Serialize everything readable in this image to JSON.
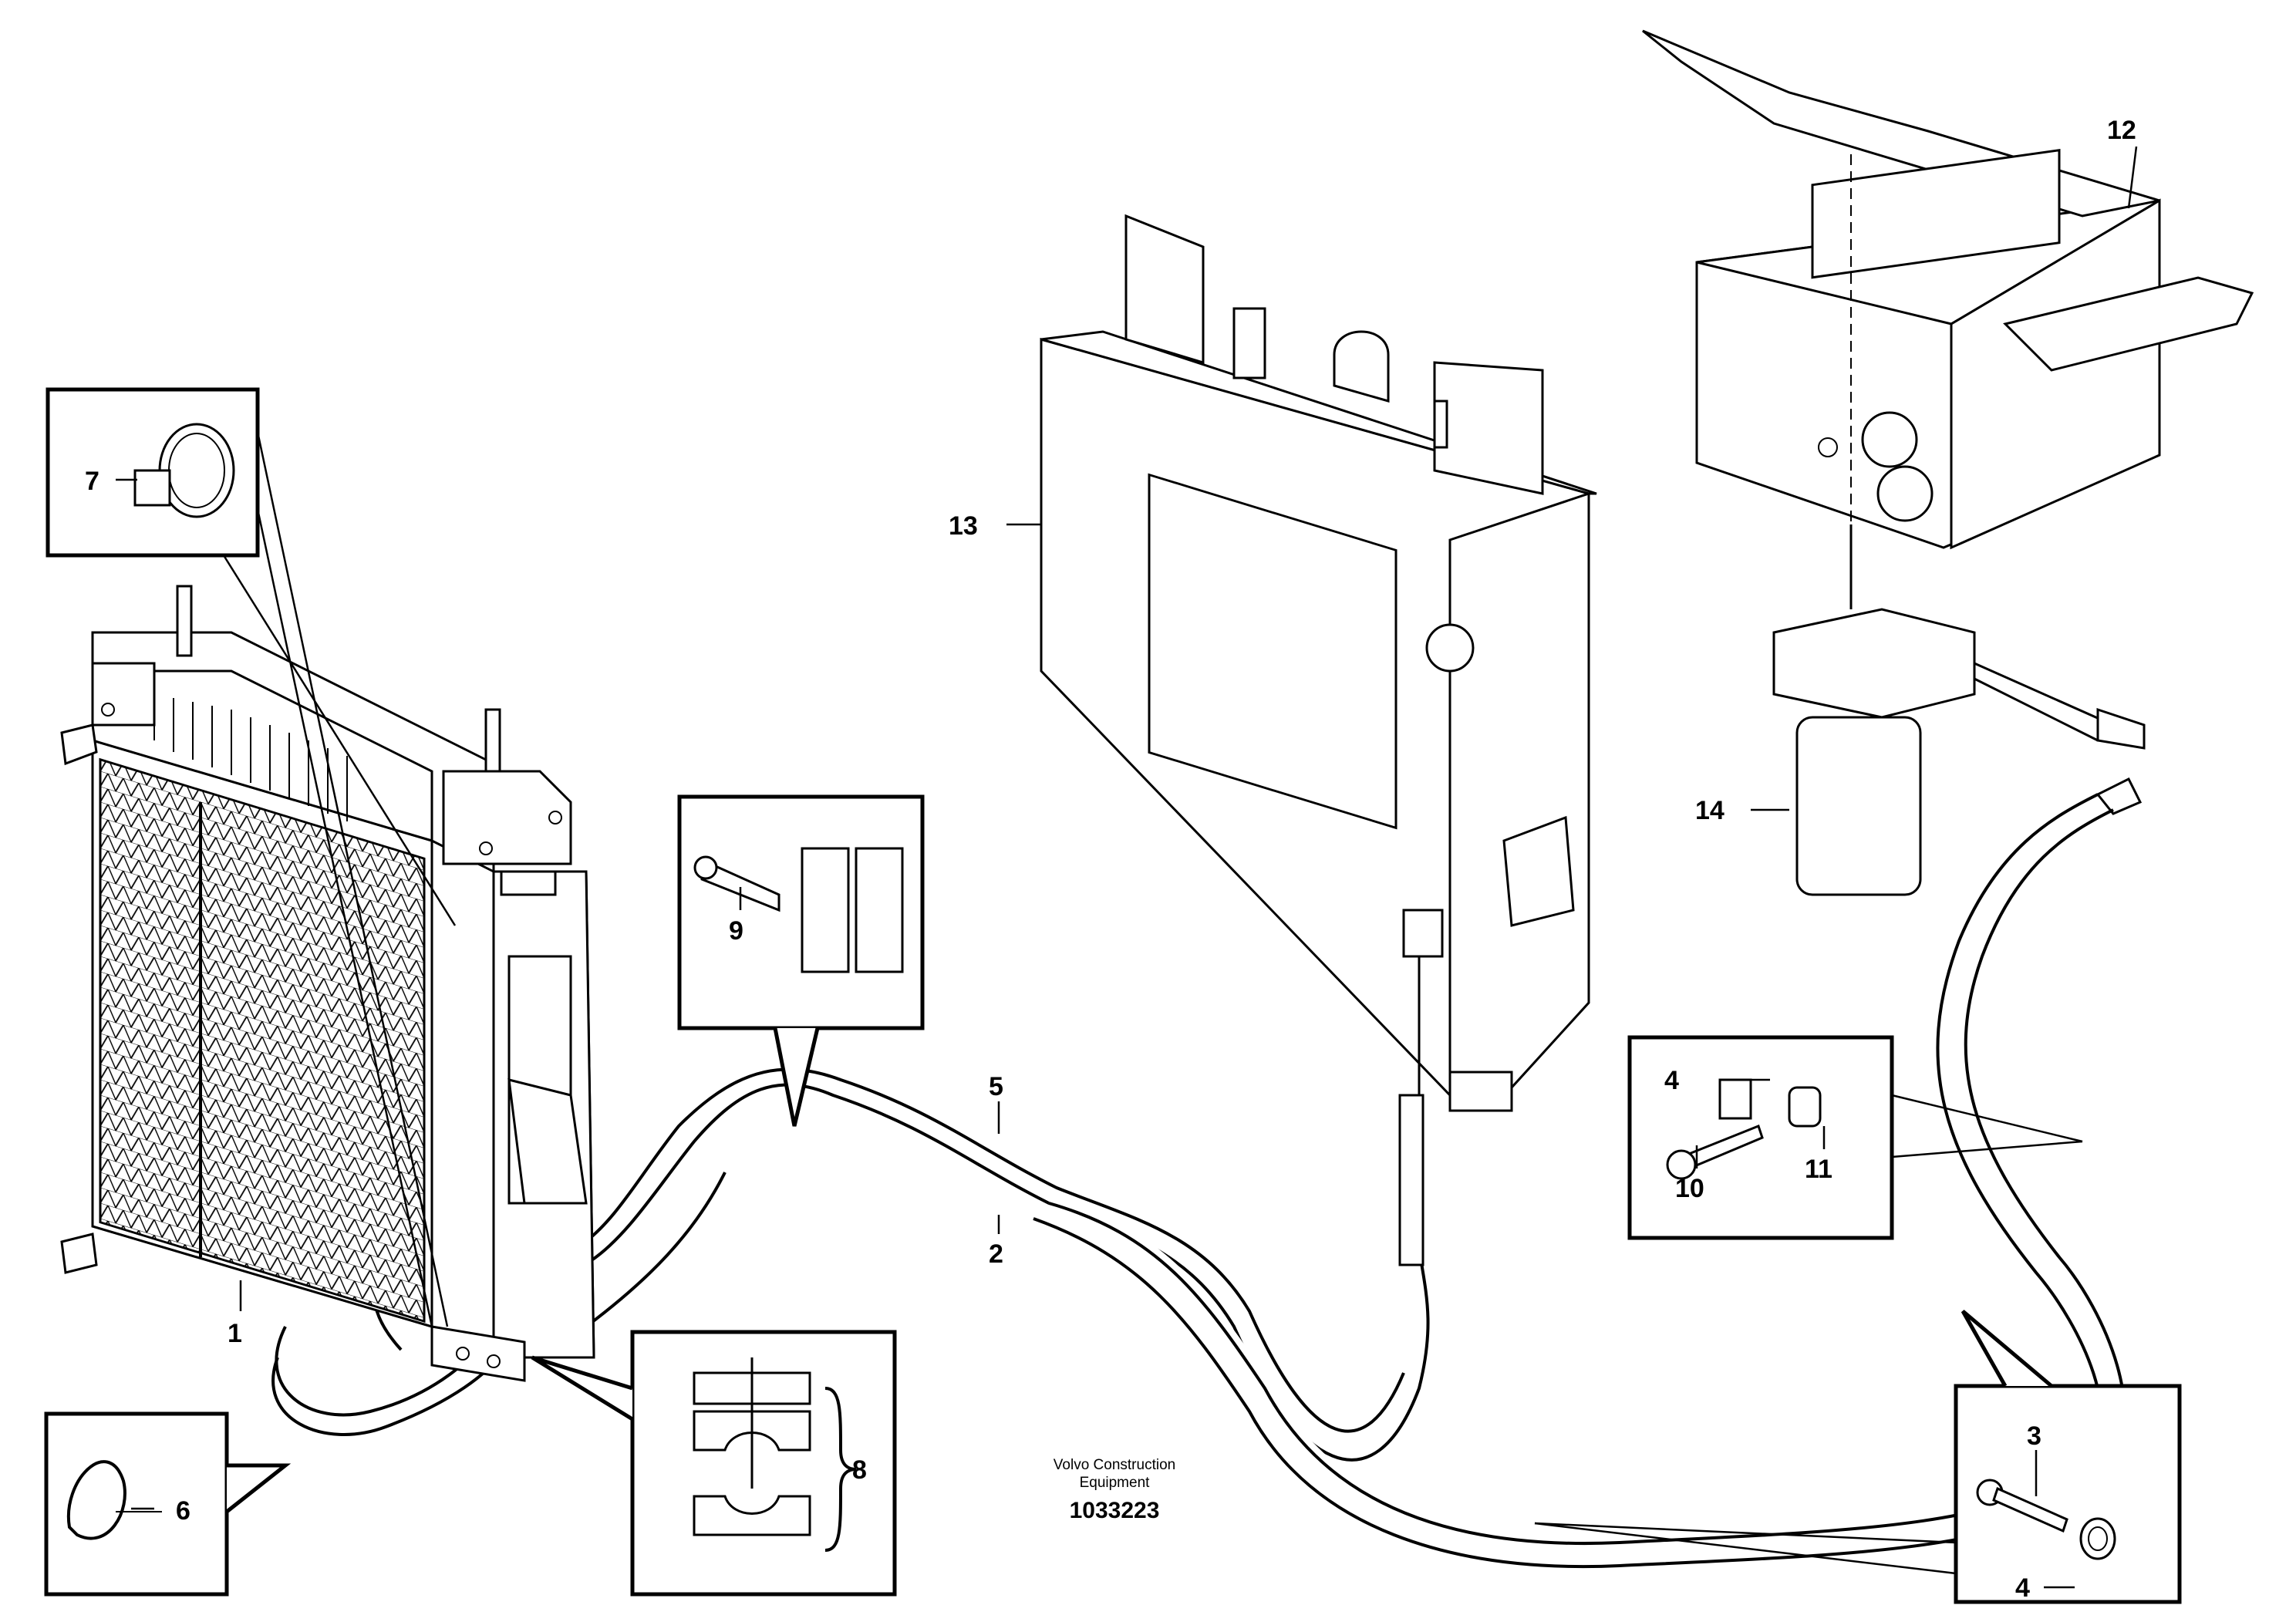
{
  "diagram": {
    "brand_line1": "Volvo Construction",
    "brand_line2": "Equipment",
    "doc_number": "1033223",
    "callouts": {
      "c1": "1",
      "c2": "2",
      "c3": "3",
      "c4_top": "4",
      "c4_bottom": "4",
      "c5": "5",
      "c6": "6",
      "c7": "7",
      "c8": "8",
      "c9": "9",
      "c10": "10",
      "c11": "11",
      "c12": "12",
      "c13": "13",
      "c14": "14"
    }
  }
}
